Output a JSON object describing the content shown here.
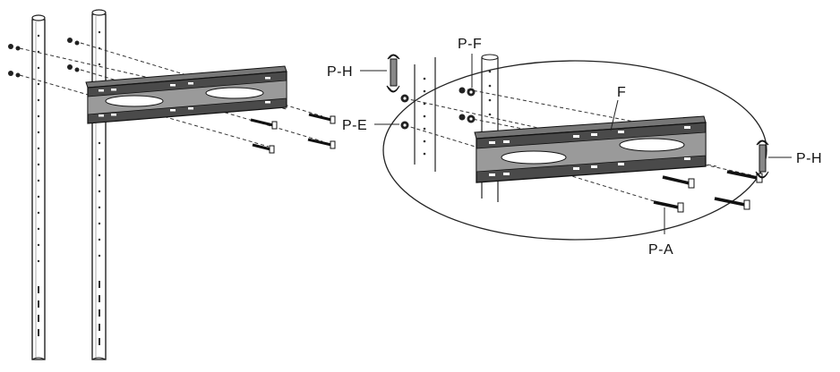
{
  "labels": {
    "ph_top": "P-H",
    "pf": "P-F",
    "f": "F",
    "pe": "P-E",
    "ph_right": "P-H",
    "pa": "P-A"
  },
  "colors": {
    "ink": "#1a1a1a",
    "steel_dark": "#3a3a3a",
    "steel_mid": "#6b6b6b",
    "steel_light": "#b8b8b8",
    "paper": "#ffffff"
  }
}
